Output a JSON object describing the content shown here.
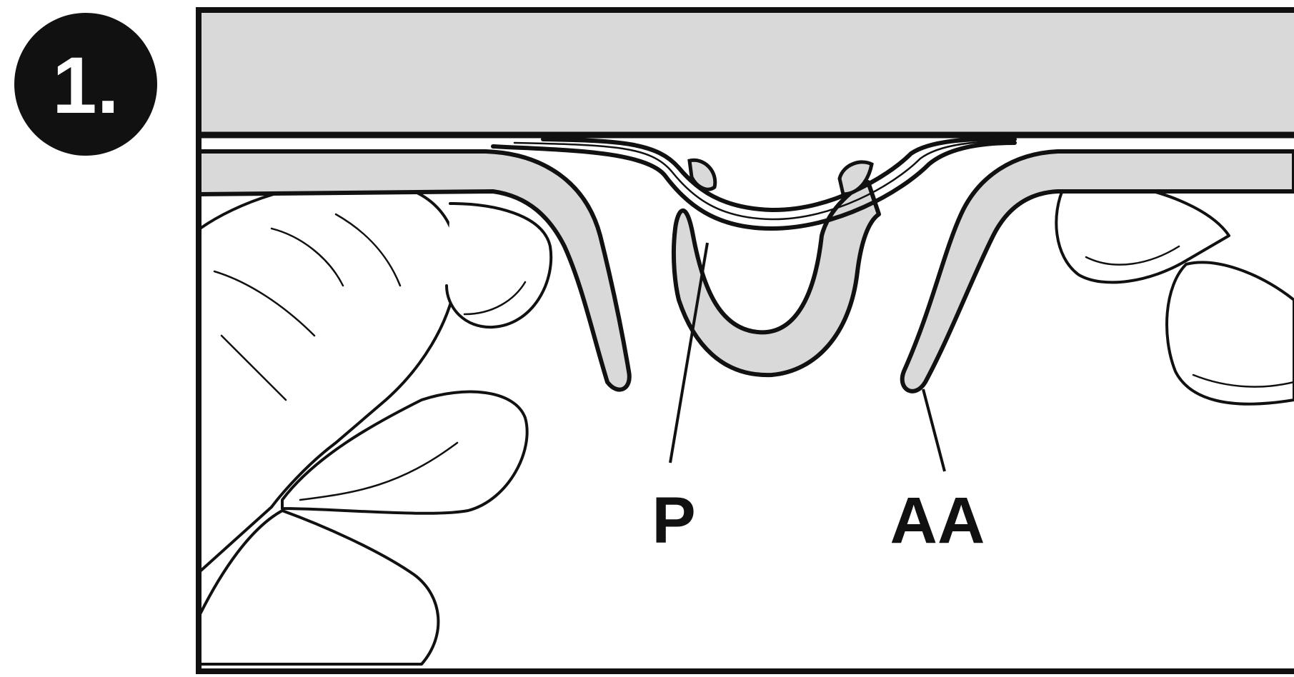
{
  "step": {
    "number": "1."
  },
  "labels": {
    "p": "P",
    "aa": "AA"
  },
  "colors": {
    "ink": "#111111",
    "fill_grey": "#d9d9d9",
    "paper": "#ffffff",
    "badge": "#111111",
    "badge_text": "#ffffff"
  }
}
